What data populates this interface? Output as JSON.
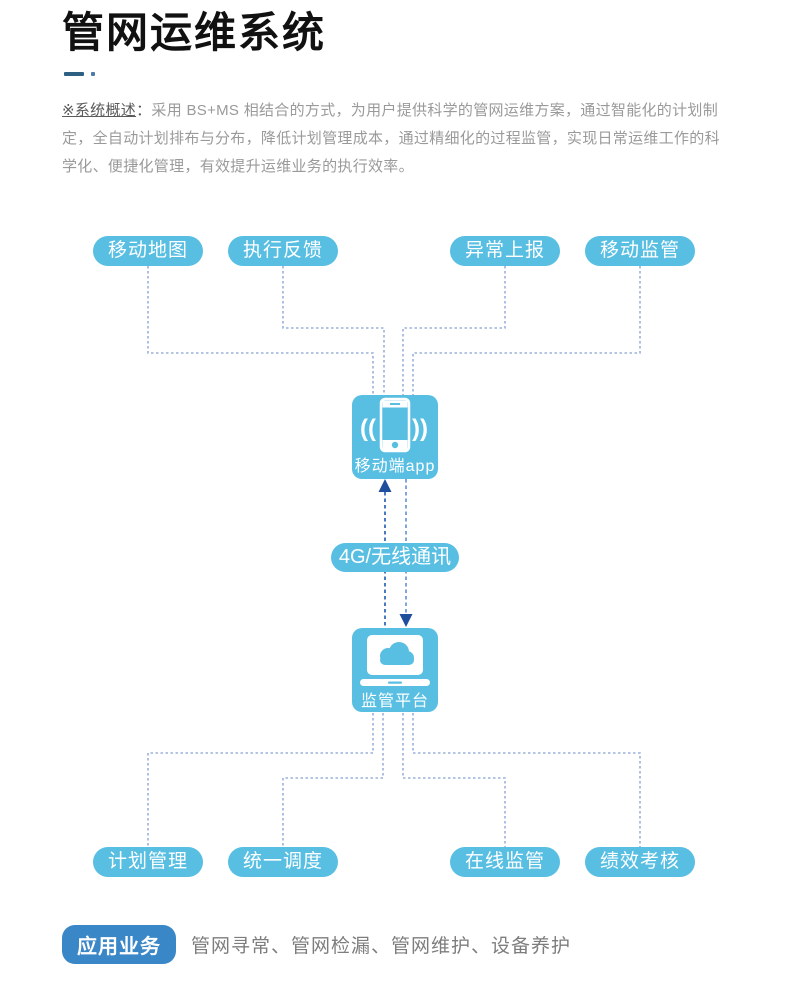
{
  "page": {
    "title": "管网运维系统",
    "overview_label": "※系统概述",
    "overview_colon": "：",
    "overview_text": "采用 BS+MS  相结合的方式，为用户提供科学的管网运维方案，通过智能化的计划制定，全自动计划排布与分布，降低计划管理成本，通过精细化的过程监管，实现日常运维工作的科学化、便捷化管理，有效提升运维业务的执行效率。"
  },
  "diagram": {
    "top_nodes": [
      {
        "label": "移动地图"
      },
      {
        "label": "执行反馈"
      },
      {
        "label": "异常上报"
      },
      {
        "label": "移动监管"
      }
    ],
    "mobile_app": {
      "label": "移动端app",
      "icon": "smartphone-signal-icon",
      "signal_left": "((",
      "signal_right": "))"
    },
    "link_label": "4G/无线通讯",
    "platform": {
      "label": "监管平台",
      "icon": "laptop-cloud-icon"
    },
    "bottom_nodes": [
      {
        "label": "计划管理"
      },
      {
        "label": "统一调度"
      },
      {
        "label": "在线监管"
      },
      {
        "label": "绩效考核"
      }
    ]
  },
  "footer": {
    "badge": "应用业务",
    "items_text": "管网寻常、管网检漏、管网维护、设备养护"
  },
  "colors": {
    "node_blue": "#58bfe3",
    "connector_dotted": "#9bb0da",
    "arrow_line_dark": "#4a7abc",
    "arrow_line_light": "#7fa6d8",
    "arrow_head": "#1f4f9c",
    "badge_blue": "#3a87c8",
    "divider_dash": "#2e6083",
    "title_black": "#111111",
    "body_gray": "#9a9a9a"
  }
}
